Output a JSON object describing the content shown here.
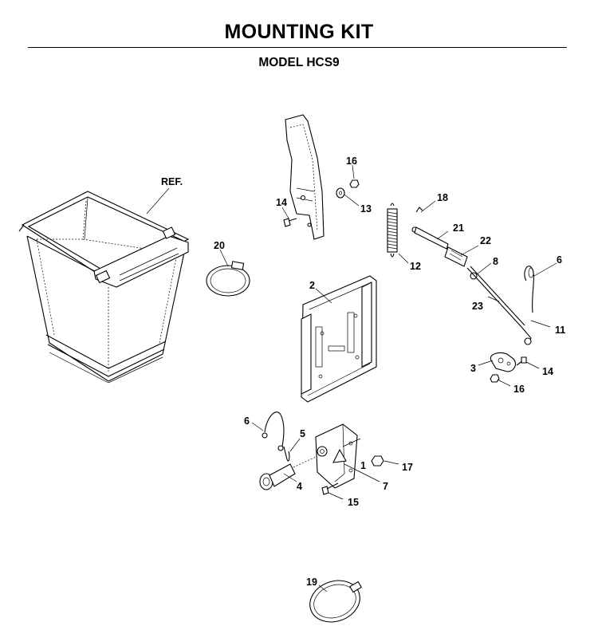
{
  "header": {
    "title": "MOUNTING KIT",
    "subtitle": "MODEL HCS9"
  },
  "diagram": {
    "reference_label": "REF.",
    "callouts": {
      "c1": "1",
      "c2": "2",
      "c3": "3",
      "c4": "4",
      "c5": "5",
      "c6a": "6",
      "c6b": "6",
      "c7": "7",
      "c8": "8",
      "c11": "11",
      "c12": "12",
      "c13": "13",
      "c14a": "14",
      "c14b": "14",
      "c15": "15",
      "c16a": "16",
      "c16b": "16",
      "c17": "17",
      "c18": "18",
      "c19": "19",
      "c20": "20",
      "c21": "21",
      "c22": "22",
      "c23": "23"
    }
  }
}
